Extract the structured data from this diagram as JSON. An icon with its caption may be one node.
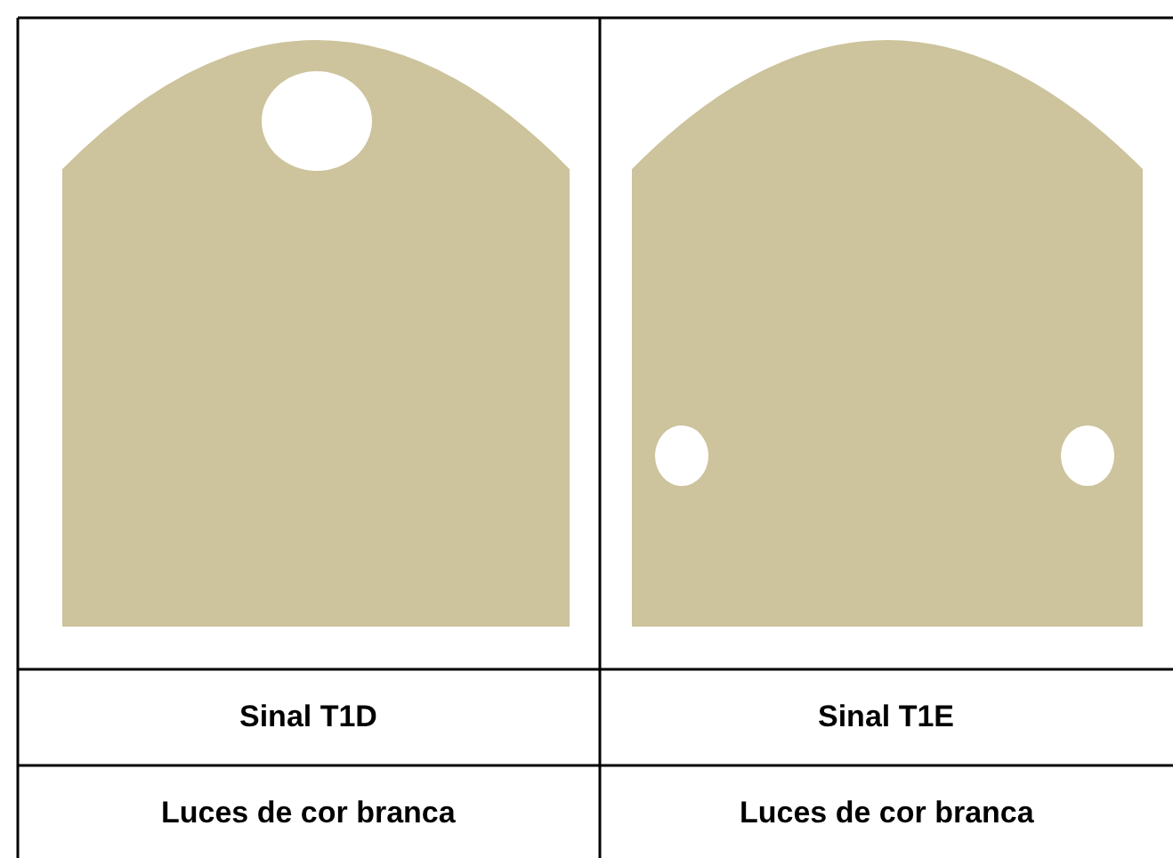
{
  "diagram": {
    "labels": [
      "Sinal T1D",
      "Sinal T1E",
      "Luces de cor branca",
      "Luces de cor branca"
    ]
  }
}
